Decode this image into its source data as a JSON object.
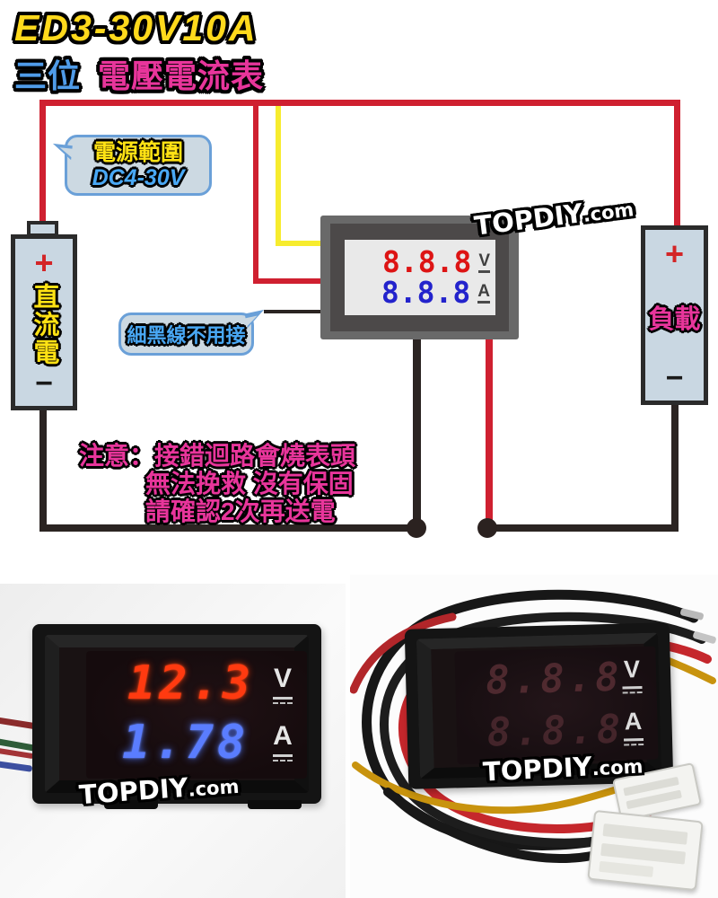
{
  "title": {
    "model": "ED3-30V10A",
    "digits_label": "三位",
    "product_label": "電壓電流表"
  },
  "watermark": {
    "brand": "TOPDIY",
    "suffix": ".com"
  },
  "diagram": {
    "power_range_bubble": {
      "line1": "電源範圍",
      "line2": "DC4-30V"
    },
    "black_wire_bubble": {
      "text": "細黑線不用接"
    },
    "source": {
      "plus": "+",
      "label": "直流電",
      "minus": "−"
    },
    "load": {
      "plus": "+",
      "label": "負載",
      "minus": "−"
    },
    "meter": {
      "volt_value": "8.8.8",
      "volt_unit": "V",
      "amp_value": "8.8.8",
      "amp_unit": "A"
    },
    "warning": {
      "line1": "注意：接錯迴路會燒表頭",
      "line2": "無法挽救 沒有保固",
      "line3": "請確認2次再送電"
    },
    "colors": {
      "wire_red": "#cf2030",
      "wire_yellow": "#f7ec2e",
      "wire_black": "#2b2422",
      "component_fill": "#c9d7e2",
      "bubble_border": "#6aa0d8",
      "warning_text": "#e8359b",
      "volt_digits": "#dd1414",
      "amp_digits": "#2323cc"
    }
  },
  "photo_front": {
    "volt_value": "12.3",
    "volt_unit": "V",
    "amp_value": "1.78",
    "amp_unit": "A",
    "colors": {
      "volt_digits": "#ff3a10",
      "amp_digits": "#5a7dff"
    }
  },
  "photo_angled": {
    "ghost_volt": "8.8.8",
    "volt_unit": "V",
    "ghost_amp": "8.8.8",
    "amp_unit": "A"
  }
}
